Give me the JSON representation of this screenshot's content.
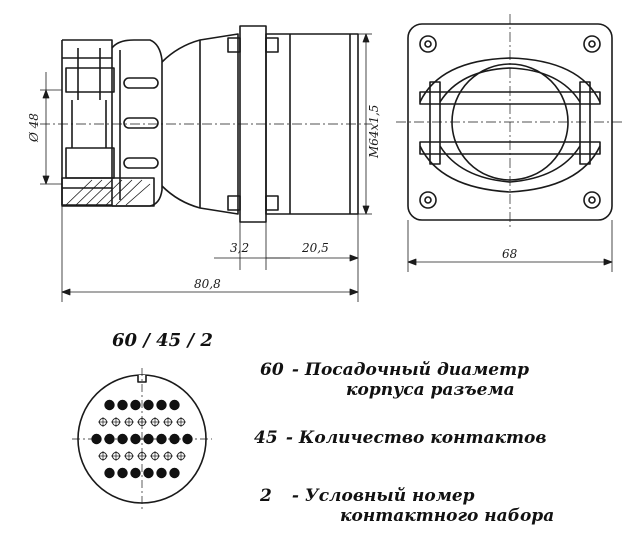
{
  "dimensions": {
    "diameter": "Ø 48",
    "thread": "M64x1,5",
    "flange_thickness": "3,2",
    "body_length": "20,5",
    "total_length": "80,8",
    "flange_width": "68"
  },
  "code": "60 / 45 / 2",
  "legend": [
    {
      "number": "60",
      "dash": "-",
      "line1": "Посадочный диаметр",
      "line2": "корпуса разъема"
    },
    {
      "number": "45",
      "dash": "-",
      "line1": "Количество контактов",
      "line2": ""
    },
    {
      "number": "2",
      "dash": "-",
      "line1": "Условный номер",
      "line2": "контактного набора"
    }
  ],
  "contact_rows": [
    "fc",
    "ho",
    "fc",
    "ho",
    "fc"
  ]
}
